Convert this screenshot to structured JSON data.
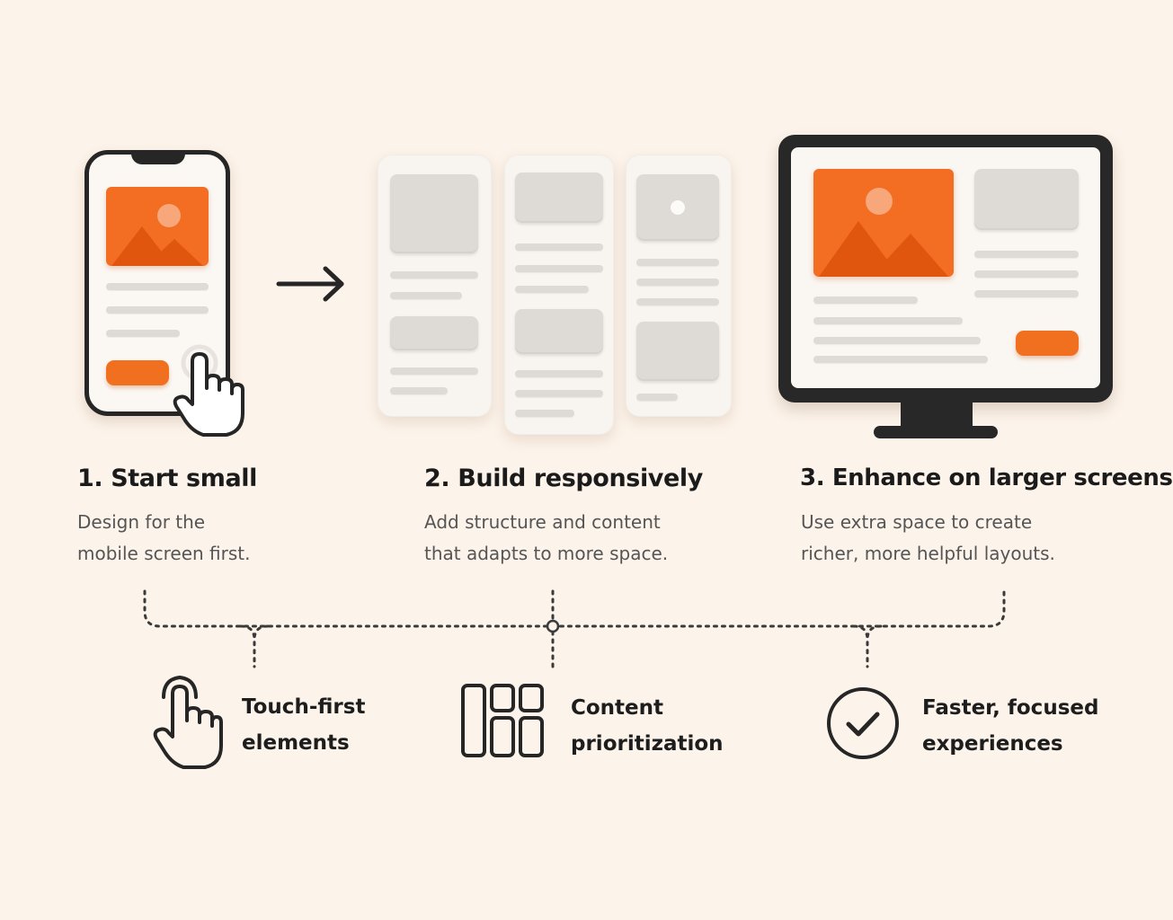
{
  "steps": [
    {
      "title": "1. Start small",
      "desc_line1": "Design for the",
      "desc_line2": "mobile screen first."
    },
    {
      "title": "2. Build responsively",
      "desc_line1": "Add structure and content",
      "desc_line2": "that adapts to more space."
    },
    {
      "title": "3. Enhance on larger screens",
      "desc_line1": "Use extra space to create",
      "desc_line2": "richer, more helpful layouts."
    }
  ],
  "benefits": [
    {
      "line1": "Touch-first",
      "line2": "elements",
      "icon": "pointer-hand-icon"
    },
    {
      "line1": "Content",
      "line2": "prioritization",
      "icon": "layout-grid-icon"
    },
    {
      "line1": "Faster, focused",
      "line2": "experiences",
      "icon": "check-circle-icon"
    }
  ],
  "colors": {
    "background": "#fcf3ea",
    "accent": "#f36d22",
    "dark": "#262626",
    "placeholder": "#dedad6"
  }
}
